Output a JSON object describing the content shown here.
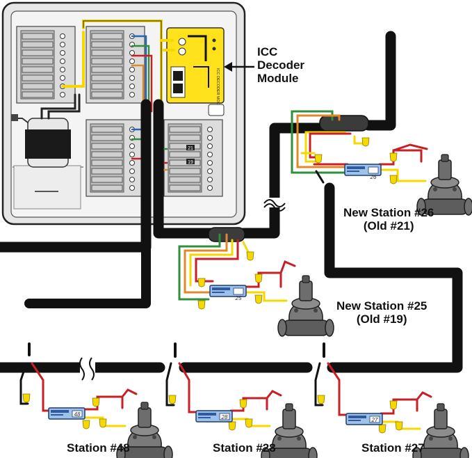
{
  "callout": {
    "line1": "ICC",
    "line2": "Decoder",
    "line3": "Module"
  },
  "stations": [
    {
      "id": "new26",
      "name": "New Station #26",
      "old": "(Old #21)",
      "decoder_number": "26"
    },
    {
      "id": "new25",
      "name": "New Station #25",
      "old": "(Old #19)",
      "decoder_number": "25"
    },
    {
      "id": "s48",
      "name": "Station #48",
      "old": "",
      "decoder_number": "48"
    },
    {
      "id": "s28",
      "name": "Station #28",
      "old": "",
      "decoder_number": "28"
    },
    {
      "id": "s27",
      "name": "Station #27",
      "old": "",
      "decoder_number": "27"
    }
  ],
  "module_text": "ICC DECODER MODULE",
  "terminal_marks": [
    "21",
    "19"
  ],
  "colors": {
    "cable": "#2b2b2b",
    "controller_body": "#ececec",
    "module": "#ffe21c",
    "wire_red": "#c42026",
    "wire_yellow": "#f5d800",
    "wire_green": "#2f8f3a",
    "wire_blue": "#2a63b4",
    "wire_orange": "#e0892a",
    "decoder_body": "#8fb7e4",
    "valve": "#6a6a6a"
  }
}
